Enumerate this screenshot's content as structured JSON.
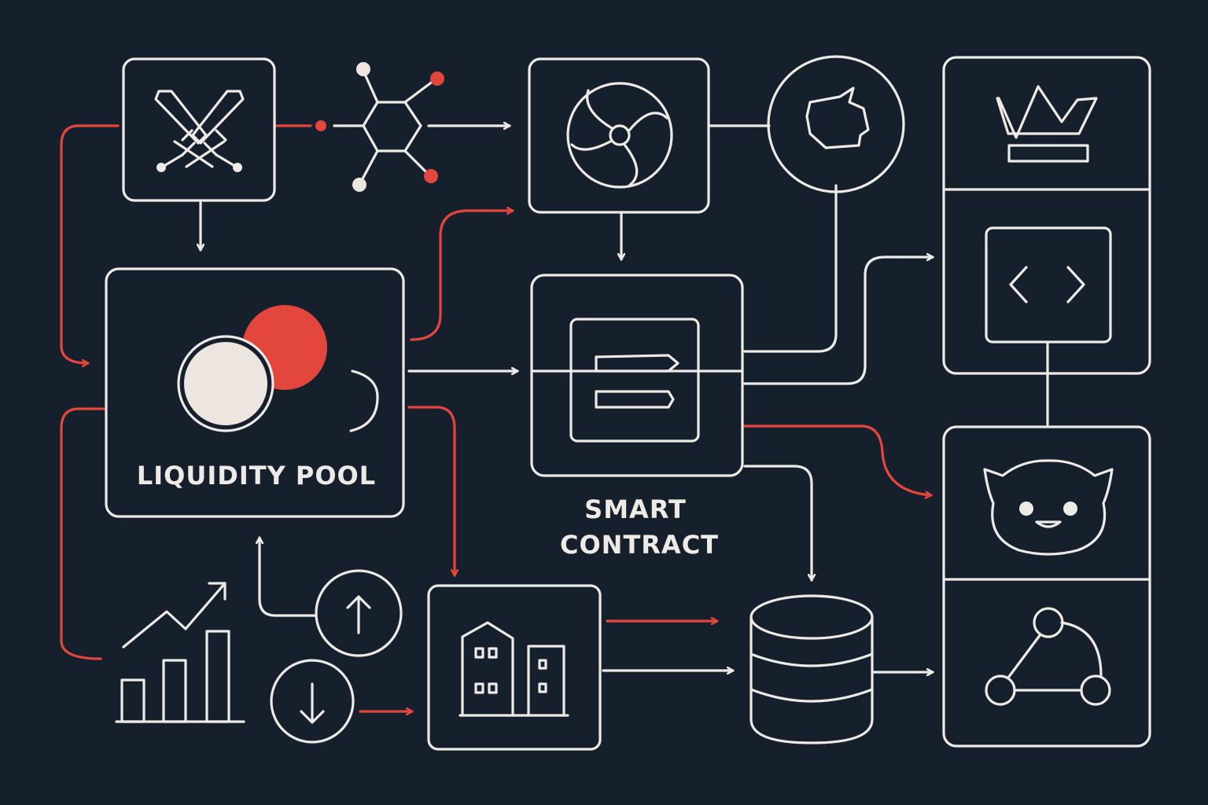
{
  "labels": {
    "liquidity_pool": "LIQUIDITY POOL",
    "smart_contract_line1": "SMART",
    "smart_contract_line2": "CONTRACT"
  },
  "colors": {
    "background": "#16202d",
    "line": "#eeeae6",
    "accent": "#e2463d",
    "fill_light": "#ece5e0"
  },
  "icons": [
    "swords-icon",
    "molecule-icon",
    "aperture-icon",
    "shield-icon",
    "crown-icon",
    "code-icon",
    "coins-icon",
    "document-icon",
    "growth-chart-icon",
    "arrow-up-icon",
    "arrow-down-icon",
    "building-icon",
    "database-icon",
    "creature-icon",
    "network-icon"
  ]
}
